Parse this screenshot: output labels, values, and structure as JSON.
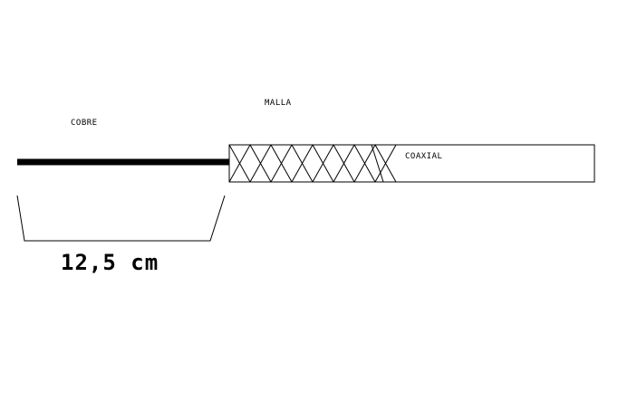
{
  "labels": {
    "cobre": "COBRE",
    "malla": "MALLA",
    "coaxial": "COAXIAL",
    "length": "12,5 cm"
  },
  "colors": {
    "line": "#000000",
    "background": "#ffffff"
  }
}
